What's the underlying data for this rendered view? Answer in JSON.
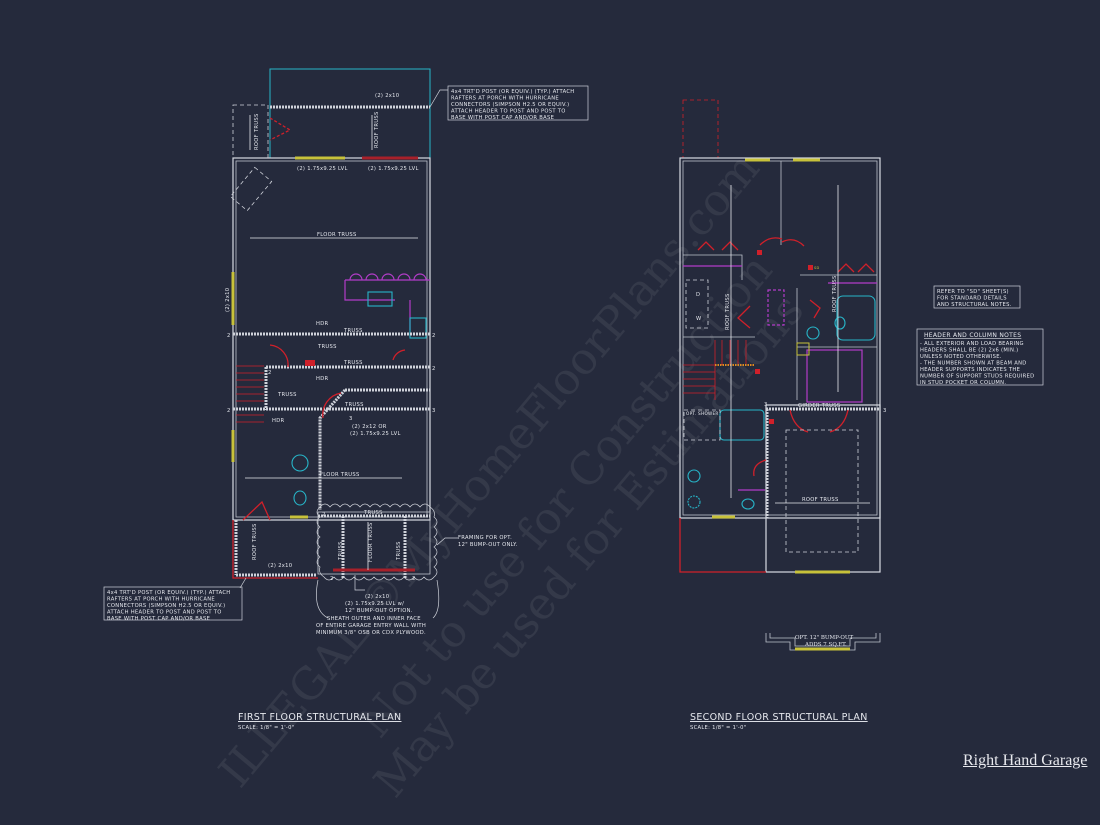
{
  "colors": {
    "background": "#252a3c",
    "wall": "#d7dae2",
    "door": "#d0202a",
    "cabinet": "#b23cc8",
    "fixture": "#27b5c8",
    "header_lvl": "#c8c23a"
  },
  "watermark": {
    "lines": [
      "ILLEGAL ©MyHomeFloorPlans.com",
      "Not to use for Construction",
      "May be used for Estimations"
    ]
  },
  "first_floor": {
    "title": "FIRST FLOOR STRUCTURAL PLAN",
    "scale": "SCALE: 1/8\" = 1'-0\"",
    "labels": {
      "porch_header": "(2) 2x10",
      "lvl_left": "(2) 1.75x9.25 LVL",
      "lvl_right": "(2) 1.75x9.25 LVL",
      "roof_truss": "ROOF TRUSS",
      "floor_truss_top": "FLOOR TRUSS",
      "floor_truss_mid": "FLOOR TRUSS",
      "side_header": "(2) 2x10",
      "truss1": "TRUSS",
      "truss2": "TRUSS",
      "truss3": "TRUSS",
      "truss4": "TRUSS",
      "truss5": "TRUSS",
      "truss6": "TRUSS",
      "hdr1": "HDR",
      "hdr2": "HDR",
      "hdr3": "HDR",
      "beam_callout_1": "(2) 2x12 OR",
      "beam_callout_2": "(2) 1.75x9.25 LVL",
      "garage_truss": "TRUSS",
      "garage_floor_truss": "FLOOR TRUSS",
      "garage_truss_b": "TRUSS",
      "garage_roof_truss": "ROOF TRUSS",
      "garage_header": "(2) 2x10",
      "sd": "SD",
      "supports": [
        "2",
        "2",
        "2",
        "2",
        "2",
        "3",
        "2",
        "3",
        "1",
        "3",
        "2",
        "2",
        "2"
      ]
    },
    "porch_note": [
      "4x4 TRT'D POST (OR EQUIV.) (TYP.) ATTACH",
      "RAFTERS AT PORCH WITH HURRICANE",
      "CONNECTORS (SIMPSON H2.5 OR EQUIV.)",
      "ATTACH HEADER TO POST AND POST TO",
      "BASE WITH POST CAP AND/OR BASE"
    ],
    "lower_note": [
      "4x4 TRT'D POST (OR EQUIV.) (TYP.) ATTACH",
      "RAFTERS AT PORCH WITH HURRICANE",
      "CONNECTORS (SIMPSON H2.5 OR EQUIV.)",
      "ATTACH HEADER TO POST AND POST TO",
      "BASE WITH POST CAP AND/OR BASE"
    ],
    "framing_note": [
      "FRAMING FOR OPT.",
      "12\" BUMP-OUT ONLY."
    ],
    "bumpout_header_note": [
      "(2) 2x10",
      "(2) 1.75x9.25 LVL w/",
      "12\" BUMP-OUT OPTION."
    ],
    "sheath_note": [
      "SHEATH OUTER AND INNER FACE",
      "OF ENTIRE GARAGE ENTRY WALL WITH",
      "MINIMUM 3/8\" OSB OR CDX PLYWOOD."
    ]
  },
  "second_floor": {
    "title": "SECOND FLOOR STRUCTURAL PLAN",
    "scale": "SCALE: 1/8\" = 1'-0\"",
    "labels": {
      "roof_truss_left": "ROOF TRUSS",
      "roof_truss_right": "ROOF TRUSS",
      "girder_truss": "GIRDER TRUSS",
      "garage_roof_truss": "ROOF TRUSS",
      "shower": "OPT. SHOWER",
      "dryer": "D",
      "washer": "W",
      "sd": "SD",
      "support_left": "3",
      "support_right": "3"
    },
    "bumpout_note": [
      "OPT. 12\" BUMP-OUT",
      "ADDS 7 SQ.FT."
    ]
  },
  "refer_note": [
    "REFER TO \"SD\" SHEET(S)",
    "FOR STANDARD DETAILS",
    "AND STRUCTURAL NOTES."
  ],
  "header_notes": {
    "title": "HEADER AND COLUMN NOTES",
    "lines": [
      "- ALL EXTERIOR AND LOAD BEARING",
      "HEADERS SHALL BE (2) 2x6 (MIN.)",
      "UNLESS NOTED OTHERWISE.",
      "- THE NUMBER SHOWN AT BEAM AND",
      "HEADER SUPPORTS INDICATES THE",
      "NUMBER OF SUPPORT STUDS REQUIRED",
      "IN STUD POCKET OR COLUMN."
    ]
  },
  "garage_option": "Right Hand Garage"
}
